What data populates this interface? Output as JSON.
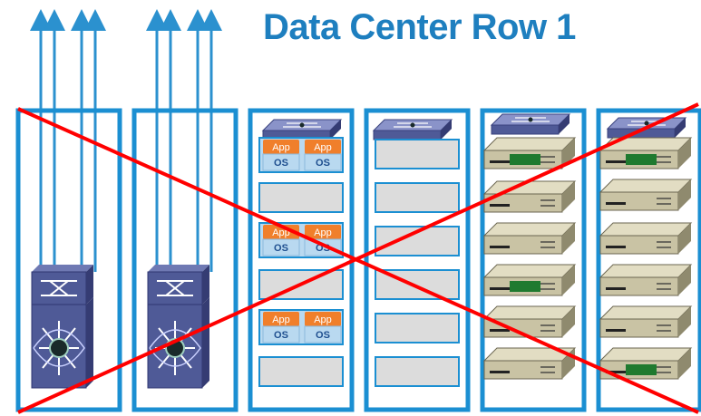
{
  "title": "Data Center Row 1",
  "colors": {
    "rack_border": "#1b8fd2",
    "uplink": "#2b91cf",
    "cross": "#ff0000",
    "vm_slot_fill": "#dcdcdc",
    "app_badge": "#f07f2b",
    "os_badge": "#b9d9f0",
    "switch_body": "#4f5a97",
    "server_body": "#c9c3a4",
    "server_led": "#1f7a2f"
  },
  "vm": {
    "app_label": "App",
    "os_label": "OS"
  },
  "racks": [
    {
      "type": "core-switch",
      "uplinks": 2
    },
    {
      "type": "core-switch",
      "uplinks": 2
    },
    {
      "type": "virtualized-hosts",
      "vm_groups": 3
    },
    {
      "type": "empty-slots"
    },
    {
      "type": "rack-servers",
      "servers": 6
    },
    {
      "type": "rack-servers",
      "servers": 6
    }
  ],
  "crossed_out": true
}
